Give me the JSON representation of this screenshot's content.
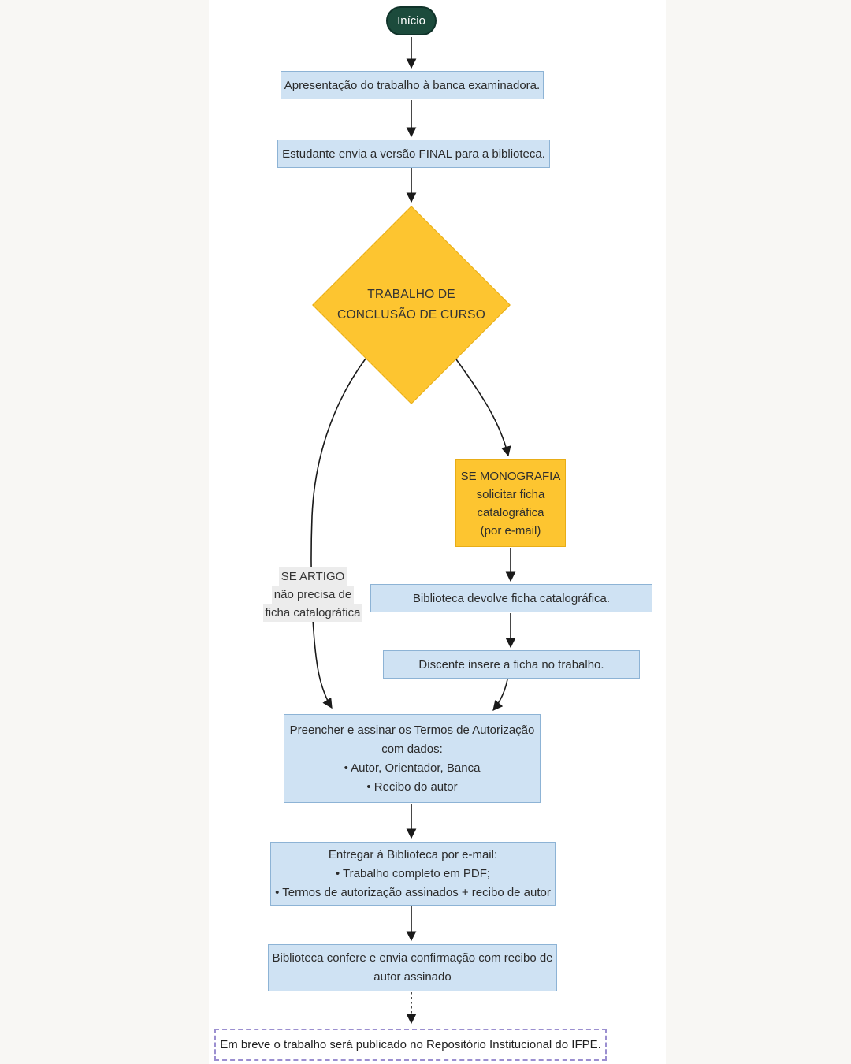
{
  "flowchart": {
    "nodes": {
      "start": {
        "label": "Início"
      },
      "presentation": {
        "label": "Apresentação do trabalho à banca examinadora."
      },
      "send_final": {
        "label": "Estudante envia a versão FINAL para a biblioteca."
      },
      "decision": {
        "lines": [
          "TRABALHO DE",
          "CONCLUSÃO DE CURSO"
        ]
      },
      "branch_artigo": {
        "lines": [
          "SE ARTIGO",
          "não precisa de",
          "ficha catalográfica"
        ]
      },
      "branch_monografia": {
        "lines": [
          "SE MONOGRAFIA",
          "solicitar ficha",
          "catalográfica",
          "(por e-mail)"
        ]
      },
      "return_ficha": {
        "label": "Biblioteca devolve ficha catalográfica."
      },
      "insert_ficha": {
        "label": "Discente insere a ficha no trabalho."
      },
      "fill_terms": {
        "lines": [
          "Preencher e assinar os Termos de Autorização",
          "com dados:",
          "• Autor, Orientador, Banca",
          "• Recibo do autor"
        ]
      },
      "deliver": {
        "lines": [
          "Entregar à Biblioteca por e-mail:",
          "• Trabalho completo em PDF;",
          "• Termos de autorização assinados + recibo de autor"
        ]
      },
      "confirm": {
        "lines": [
          "Biblioteca confere e envia confirmação com recibo de",
          "autor assinado"
        ]
      },
      "final": {
        "label": "Em breve o trabalho será publicado no Repositório Institucional do IFPE."
      }
    },
    "colors": {
      "start_fill": "#1c4b3c",
      "process_fill": "#cfe2f3",
      "process_border": "#8db3d5",
      "decision_fill": "#fdc530",
      "decision_border": "#e8ad17",
      "final_border": "#9b8fd0",
      "connector": "#1a1a1a"
    }
  }
}
